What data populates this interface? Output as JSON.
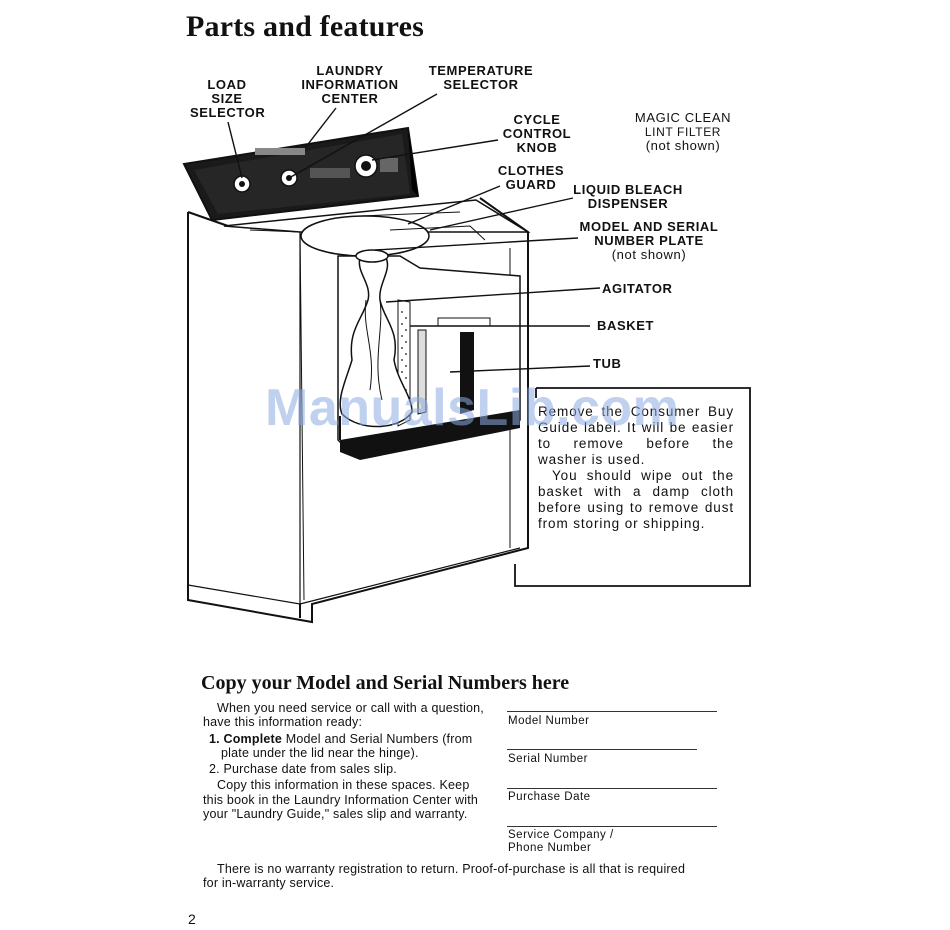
{
  "page": {
    "title": "Parts and features",
    "page_number": "2",
    "watermark": "ManualsLib.com"
  },
  "labels": {
    "load_size": [
      "LOAD",
      "SIZE",
      "SELECTOR"
    ],
    "laundry_info": [
      "LAUNDRY",
      "INFORMATION",
      "CENTER"
    ],
    "temperature": [
      "TEMPERATURE",
      "SELECTOR"
    ],
    "cycle_control": [
      "CYCLE",
      "CONTROL",
      "KNOB"
    ],
    "magic_clean": [
      "MAGIC CLEAN",
      "LINT FILTER",
      "(not shown)"
    ],
    "clothes_guard": [
      "CLOTHES",
      "GUARD"
    ],
    "liquid_bleach": [
      "LIQUID BLEACH",
      "DISPENSER"
    ],
    "model_serial_plate": [
      "MODEL AND SERIAL",
      "NUMBER PLATE",
      "(not shown)"
    ],
    "agitator": "AGITATOR",
    "basket": "BASKET",
    "tub": "TUB"
  },
  "note": {
    "para1": "Remove the Consumer Buy Guide label. It will be easier to remove before the washer is used.",
    "para2": "You should wipe out the basket with a damp cloth before using to remove dust from storing or shipping."
  },
  "copy_section": {
    "title": "Copy your Model and Serial Numbers here",
    "intro": "When you need service or call with a question, have this information ready:",
    "step1_bold": "1. Complete",
    "step1_rest": " Model and Serial Numbers (from plate under the lid near the hinge).",
    "step2": "2. Purchase date from sales slip.",
    "copy_para": "Copy this information in these spaces. Keep this book in the Laundry Information Center with your \"Laundry Guide,\" sales slip and warranty.",
    "warranty_note": "There is no warranty registration to return. Proof-of-purchase is all that is required for in-warranty service.",
    "fields": [
      "Model Number",
      "Serial Number",
      "Purchase Date",
      "Service Company / Phone Number"
    ]
  }
}
